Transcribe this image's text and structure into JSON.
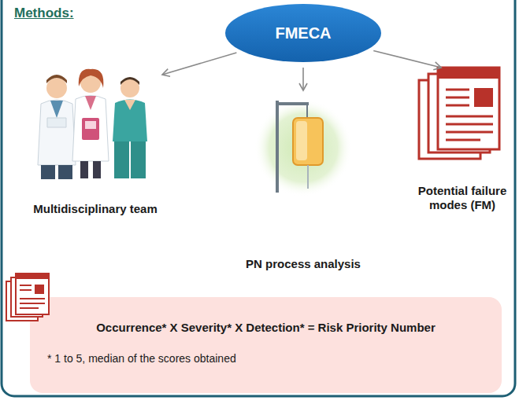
{
  "diagram": {
    "title": "Methods:",
    "nodes": [
      {
        "text": [
          "FMECA"
        ]
      },
      {
        "text": [
          "Multidisciplinary team"
        ]
      },
      {
        "text": [
          "PN process analysis"
        ]
      },
      {
        "text": [
          "Potential failure modes (FM)"
        ]
      },
      {
        "text": [
          "Occurrence* X Severity* X Detection* = Risk Priority Number",
          "* 1 to 5, median of the scores obtained"
        ]
      }
    ],
    "edges": [
      {
        "from": 0,
        "to": 1,
        "arrow": "to"
      },
      {
        "from": 0,
        "to": 2,
        "arrow": "to"
      },
      {
        "from": 0,
        "to": 3,
        "arrow": "to"
      }
    ]
  }
}
